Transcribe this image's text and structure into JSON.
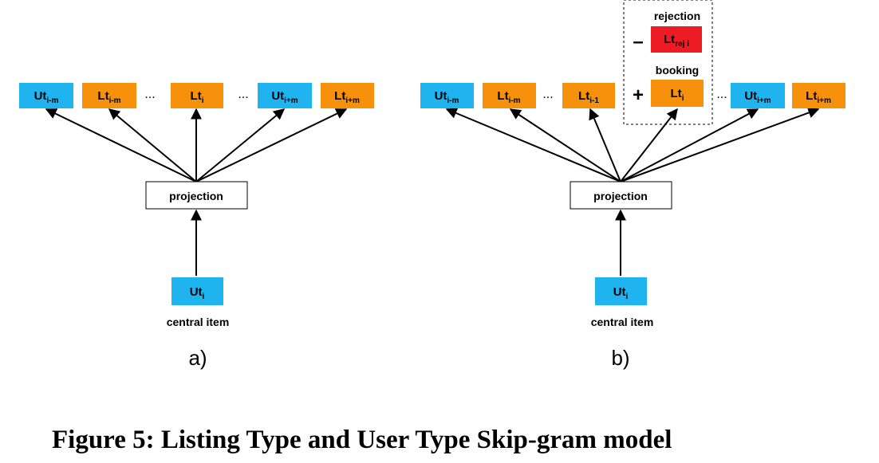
{
  "caption": "Figure 5: Listing Type and User Type Skip-gram model",
  "colors": {
    "user_type": "#1fb3f0",
    "listing_type": "#f7900a",
    "rejection": "#ed1c24"
  },
  "panel_a": {
    "label": "a)",
    "context_items": [
      {
        "main": "Ut",
        "sub": "i-m",
        "kind": "user"
      },
      {
        "main": "Lt",
        "sub": "i-m",
        "kind": "listing"
      },
      {
        "main": "Lt",
        "sub": "i",
        "kind": "listing"
      },
      {
        "main": "Ut",
        "sub": "i+m",
        "kind": "user"
      },
      {
        "main": "Lt",
        "sub": "i+m",
        "kind": "listing"
      }
    ],
    "ellipsis": "...",
    "projection": "projection",
    "central": {
      "main": "Ut",
      "sub": "i"
    },
    "central_label": "central item"
  },
  "panel_b": {
    "label": "b)",
    "context_items": [
      {
        "main": "Ut",
        "sub": "i-m",
        "kind": "user"
      },
      {
        "main": "Lt",
        "sub": "i-m",
        "kind": "listing"
      },
      {
        "main": "Lt",
        "sub": "i-1",
        "kind": "listing"
      },
      {
        "main": "Lt",
        "sub": "i",
        "kind": "listing"
      },
      {
        "main": "Ut",
        "sub": "i+m",
        "kind": "user"
      },
      {
        "main": "Lt",
        "sub": "i+m",
        "kind": "listing"
      }
    ],
    "ellipsis": "...",
    "plus": "+",
    "minus": "–",
    "booking_label": "booking",
    "rejection_label": "rejection",
    "rejection_item": {
      "main": "Lt",
      "sub": "rej i"
    },
    "projection": "projection",
    "central": {
      "main": "Ut",
      "sub": "i"
    },
    "central_label": "central item"
  }
}
